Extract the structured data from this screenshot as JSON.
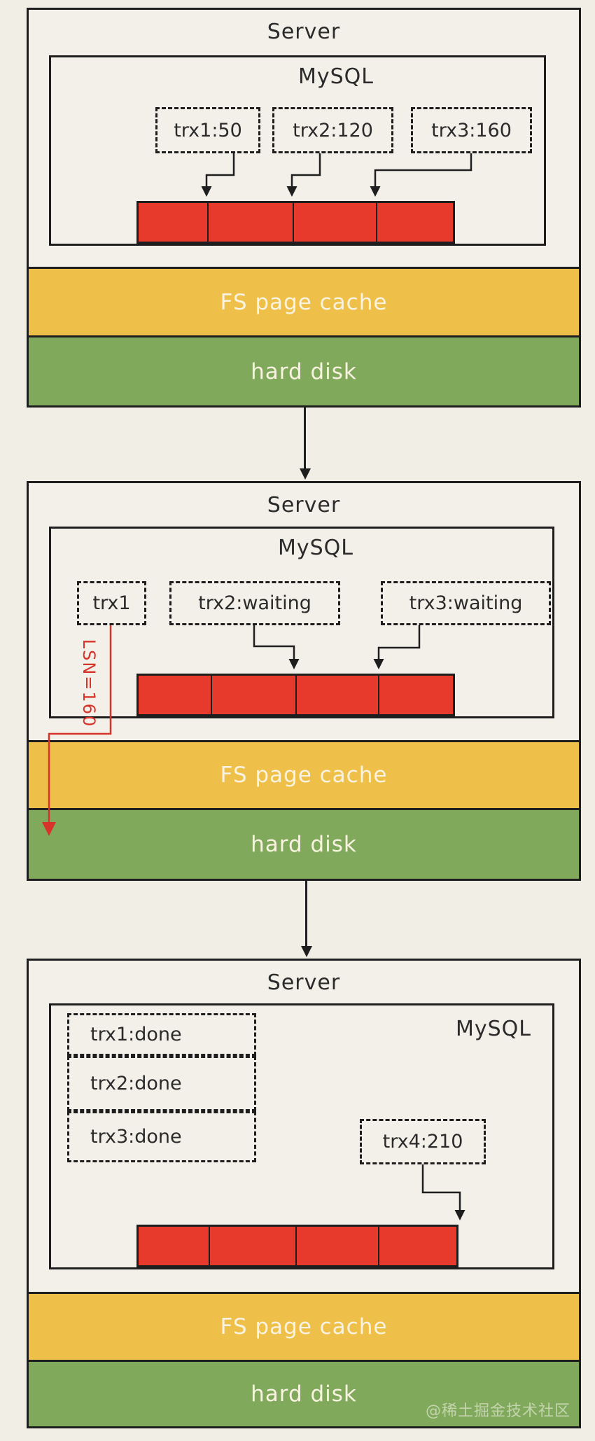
{
  "watermark": "@稀土掘金技术社区",
  "colors": {
    "background": "#f0eee5",
    "panel_background": "#f2f0e8",
    "outline": "#1e1e1e",
    "log_buffer_red": "#e7392c",
    "fs_cache_yellow": "#eec04a",
    "hard_disk_green": "#80a95c",
    "lsn_accent_red": "#d8332a",
    "strip_text": "#f8f3e0"
  },
  "panels": [
    {
      "server_label": "Server",
      "mysql_label": "MySQL",
      "transactions": [
        {
          "label": "trx1:50"
        },
        {
          "label": "trx2:120"
        },
        {
          "label": "trx3:160"
        }
      ],
      "log_buffer_segments": 4,
      "fs_cache_label": "FS page cache",
      "disk_label": "hard disk"
    },
    {
      "server_label": "Server",
      "mysql_label": "MySQL",
      "transactions": [
        {
          "label": "trx1"
        },
        {
          "label": "trx2:waiting"
        },
        {
          "label": "trx3:waiting"
        }
      ],
      "lsn_label": "LSN=160",
      "log_buffer_segments": 4,
      "fs_cache_label": "FS page cache",
      "disk_label": "hard disk"
    },
    {
      "server_label": "Server",
      "mysql_label": "MySQL",
      "done_transactions": [
        {
          "label": "trx1:done"
        },
        {
          "label": "trx2:done"
        },
        {
          "label": "trx3:done"
        }
      ],
      "new_transaction": {
        "label": "trx4:210"
      },
      "log_buffer_segments": 4,
      "fs_cache_label": "FS page cache",
      "disk_label": "hard disk"
    }
  ]
}
